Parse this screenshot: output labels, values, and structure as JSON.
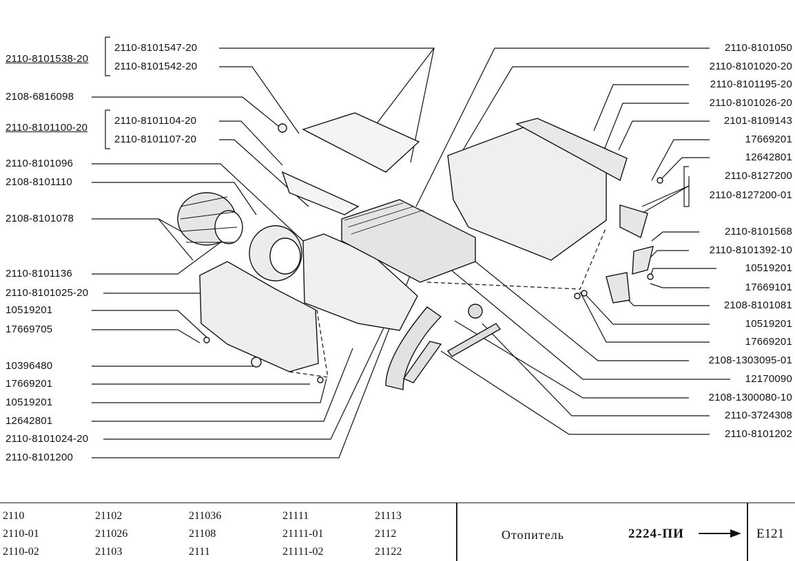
{
  "labels_left": [
    {
      "id": "g1",
      "text": "2110-8101538-20",
      "underline": true
    },
    {
      "id": "l1",
      "text": "2110-8101547-20"
    },
    {
      "id": "l2",
      "text": "2110-8101542-20"
    },
    {
      "id": "l3",
      "text": "2108-6816098"
    },
    {
      "id": "g2",
      "text": "2110-8101100-20",
      "underline": true
    },
    {
      "id": "l4",
      "text": "2110-8101104-20"
    },
    {
      "id": "l5",
      "text": "2110-8101107-20"
    },
    {
      "id": "l6",
      "text": "2110-8101096"
    },
    {
      "id": "l7",
      "text": "2108-8101110"
    },
    {
      "id": "l8",
      "text": "2108-8101078"
    },
    {
      "id": "l9",
      "text": "2110-8101136"
    },
    {
      "id": "l10",
      "text": "2110-8101025-20"
    },
    {
      "id": "l11",
      "text": "10519201"
    },
    {
      "id": "l12",
      "text": "17669705"
    },
    {
      "id": "l13",
      "text": "10396480"
    },
    {
      "id": "l14",
      "text": "17669201"
    },
    {
      "id": "l15",
      "text": "10519201"
    },
    {
      "id": "l16",
      "text": "12642801"
    },
    {
      "id": "l17",
      "text": "2110-8101024-20"
    },
    {
      "id": "l18",
      "text": "2110-8101200"
    }
  ],
  "labels_right": [
    {
      "id": "r1",
      "text": "2110-8101050"
    },
    {
      "id": "r2",
      "text": "2110-8101020-20"
    },
    {
      "id": "r3",
      "text": "2110-8101195-20"
    },
    {
      "id": "r4",
      "text": "2110-8101026-20"
    },
    {
      "id": "r5",
      "text": "2101-8109143"
    },
    {
      "id": "r6",
      "text": "17669201"
    },
    {
      "id": "r7",
      "text": "12642801"
    },
    {
      "id": "r8",
      "text": "2110-8127200"
    },
    {
      "id": "r9",
      "text": "2110-8127200-01"
    },
    {
      "id": "r10",
      "text": "2110-8101568"
    },
    {
      "id": "r11",
      "text": "2110-8101392-10"
    },
    {
      "id": "r12",
      "text": "10519201"
    },
    {
      "id": "r13",
      "text": "17669101"
    },
    {
      "id": "r14",
      "text": "2108-8101081"
    },
    {
      "id": "r15",
      "text": "10519201"
    },
    {
      "id": "r16",
      "text": "17669201"
    },
    {
      "id": "r17",
      "text": "2108-1303095-01"
    },
    {
      "id": "r18",
      "text": "12170090"
    },
    {
      "id": "r19",
      "text": "2108-1300080-10"
    },
    {
      "id": "r20",
      "text": "2110-3724308"
    },
    {
      "id": "r21",
      "text": "2110-8101202"
    }
  ],
  "footer": {
    "models": [
      [
        "2110",
        "21102",
        "211036",
        "21111",
        "21113"
      ],
      [
        "2110-01",
        "211026",
        "21108",
        "21111-01",
        "2112"
      ],
      [
        "2110-02",
        "21103",
        "2111",
        "21111-02",
        "21122"
      ]
    ],
    "title": "Отопитель",
    "code": "2224-ПИ",
    "page": "E121"
  }
}
